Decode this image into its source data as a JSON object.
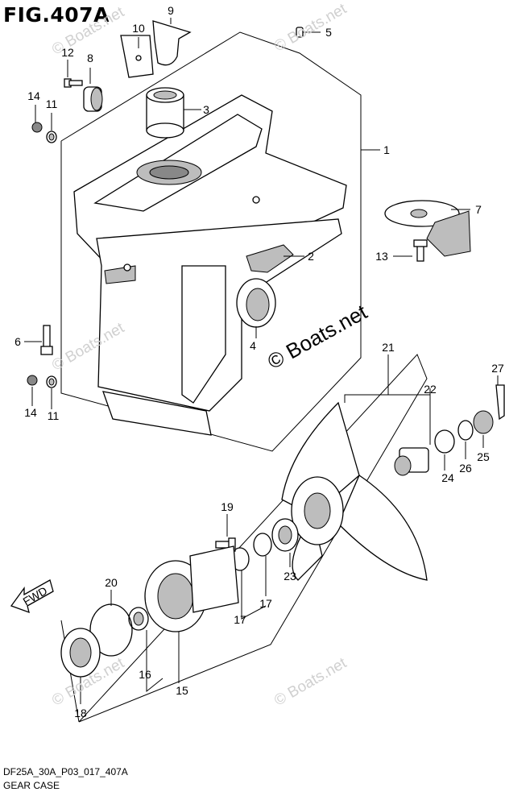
{
  "figure": {
    "title": "FIG.407A",
    "code": "DF25A_30A_P03_017_407A",
    "name": "GEAR CASE"
  },
  "watermark": {
    "small": "© Boats.net",
    "large": "© Boats.net"
  },
  "direction_label": "FWD",
  "callouts": [
    "1",
    "2",
    "3",
    "4",
    "5",
    "6",
    "7",
    "8",
    "9",
    "10",
    "11",
    "11",
    "12",
    "13",
    "14",
    "14",
    "15",
    "16",
    "17",
    "17",
    "18",
    "19",
    "20",
    "21",
    "22",
    "23",
    "24",
    "25",
    "26",
    "27"
  ]
}
